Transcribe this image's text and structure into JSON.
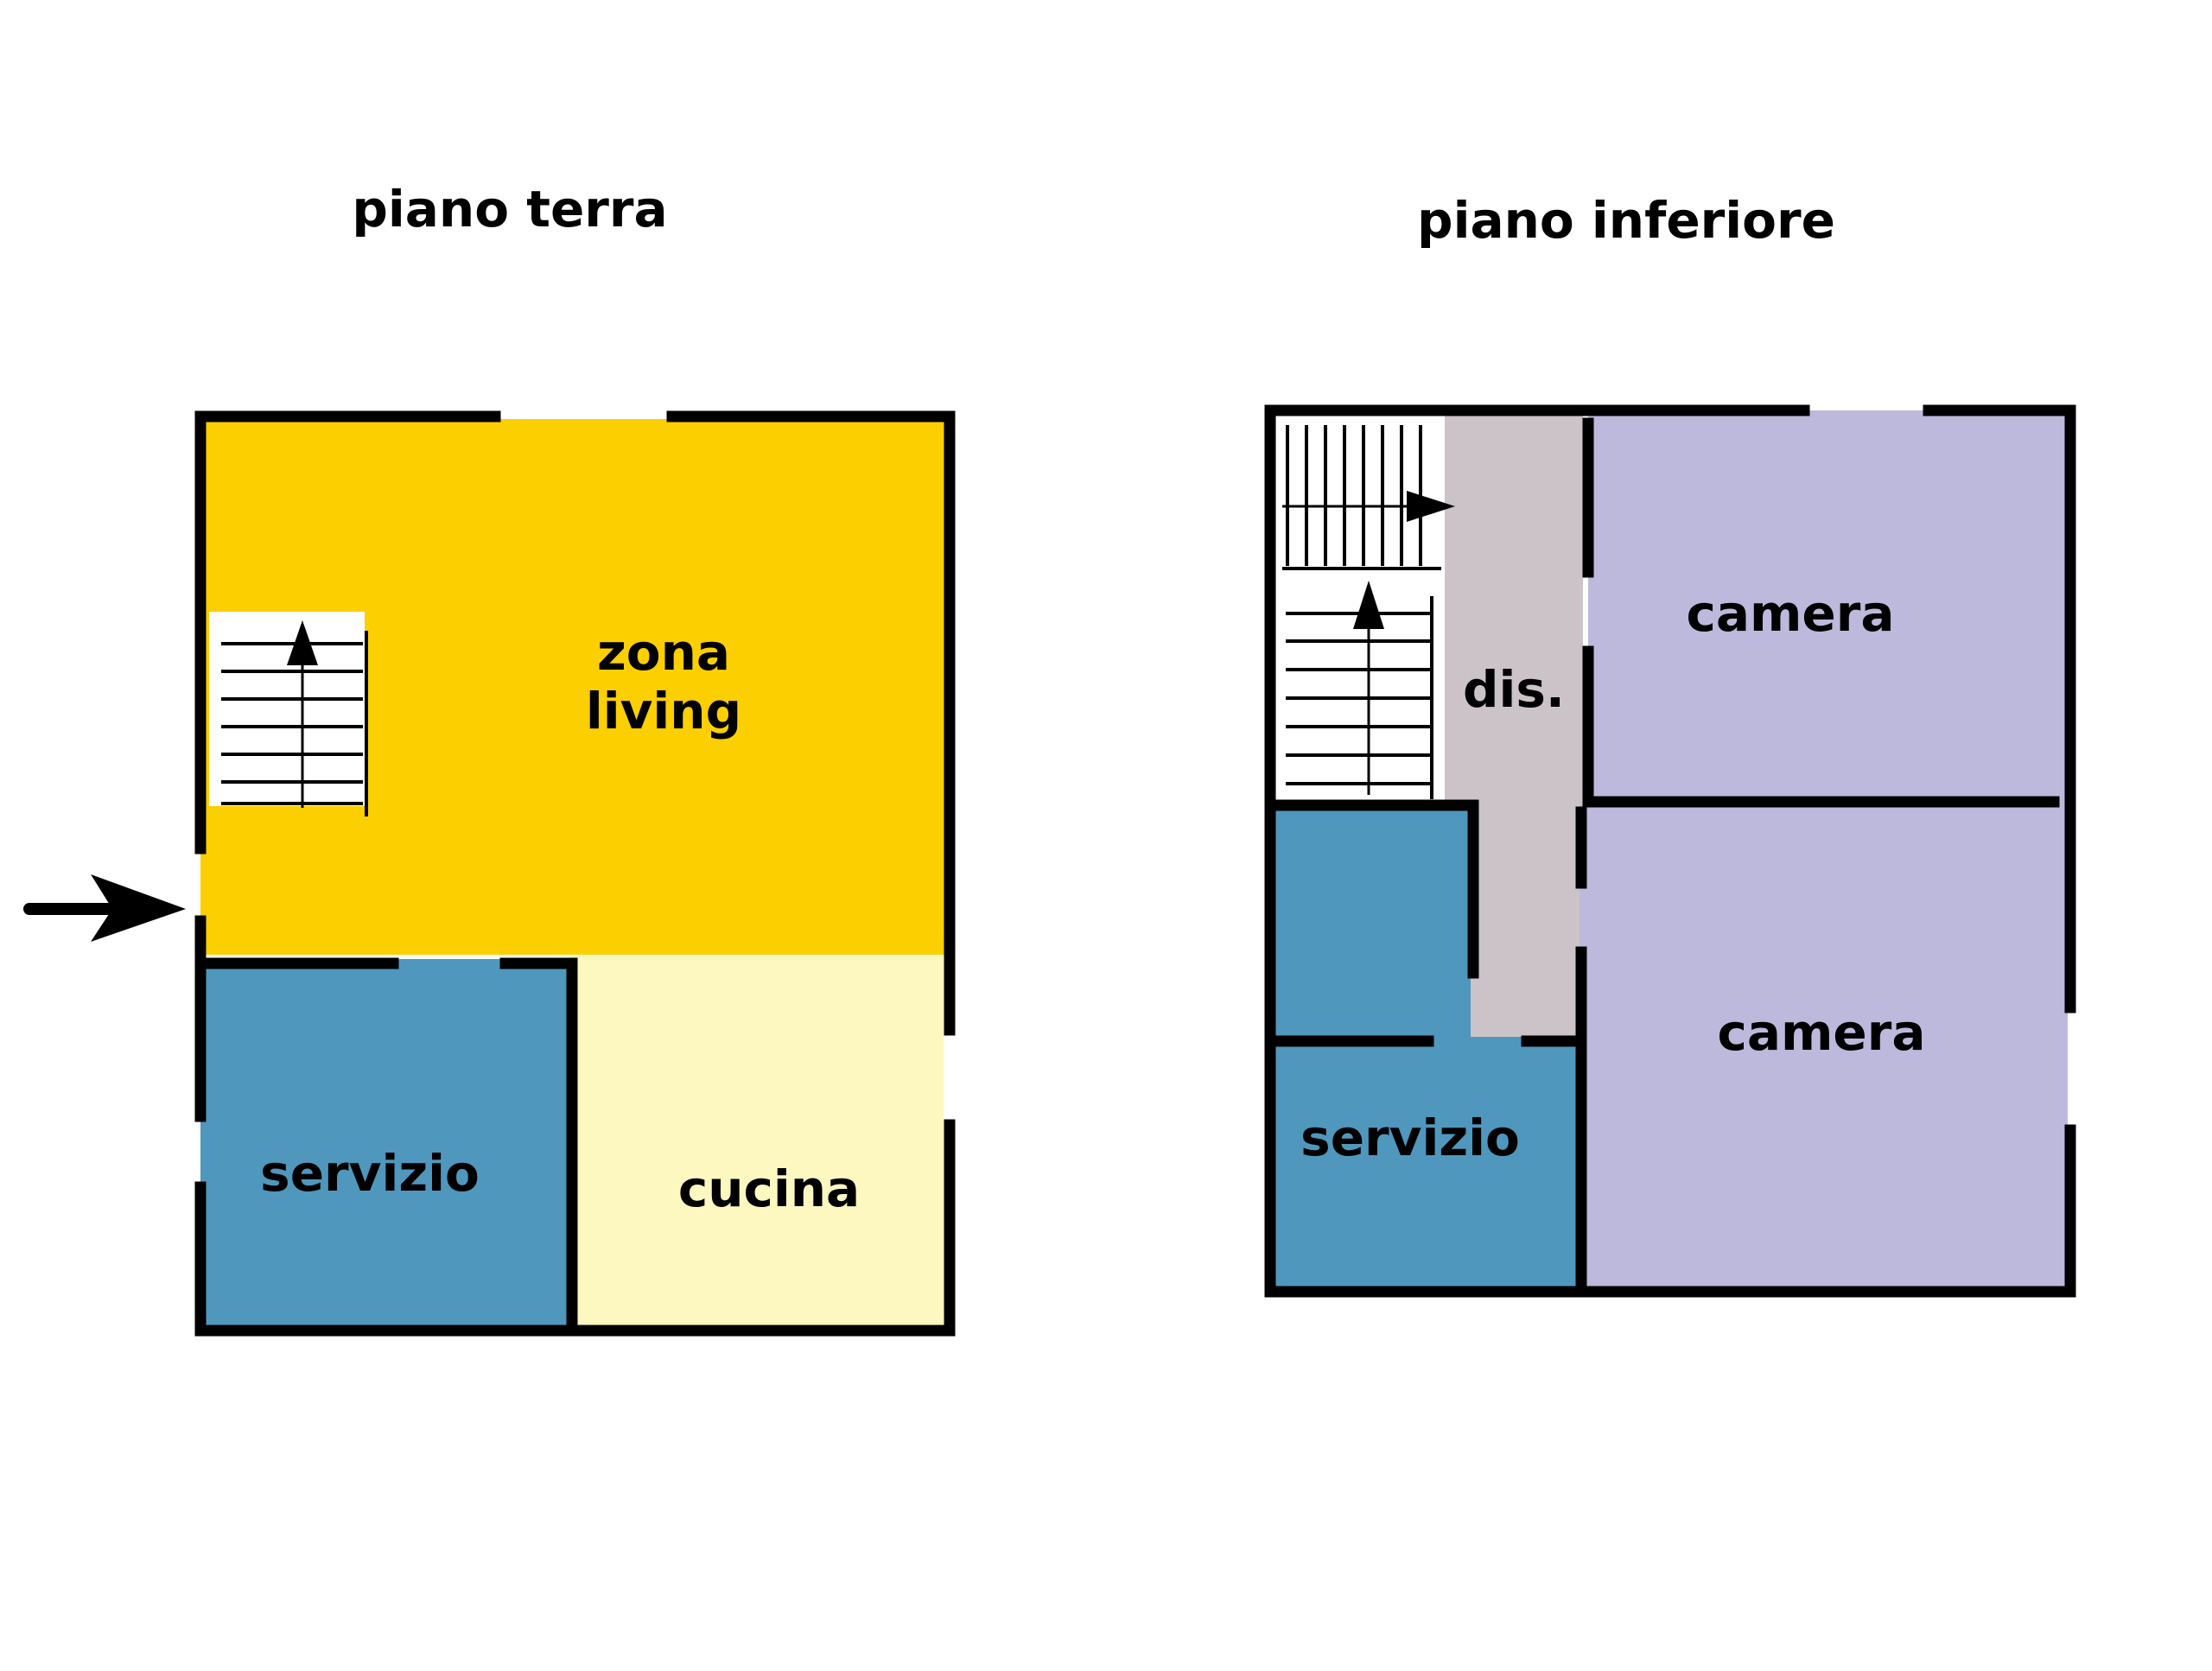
{
  "colors": {
    "living": "#fccf00",
    "service": "#4f97bd",
    "kitchen": "#fdf8c0",
    "bedroom": "#bdb9dc",
    "corridor": "#cbc3c8",
    "wall": "#000000"
  },
  "ground_floor": {
    "title": "piano terra",
    "rooms": {
      "living_line1": "zona",
      "living_line2": "living",
      "service": "servizio",
      "kitchen": "cucina"
    }
  },
  "lower_floor": {
    "title": "piano inferiore",
    "rooms": {
      "corridor": "dis.",
      "bedroom_top": "camera",
      "bedroom_bottom": "camera",
      "service": "servizio"
    }
  }
}
